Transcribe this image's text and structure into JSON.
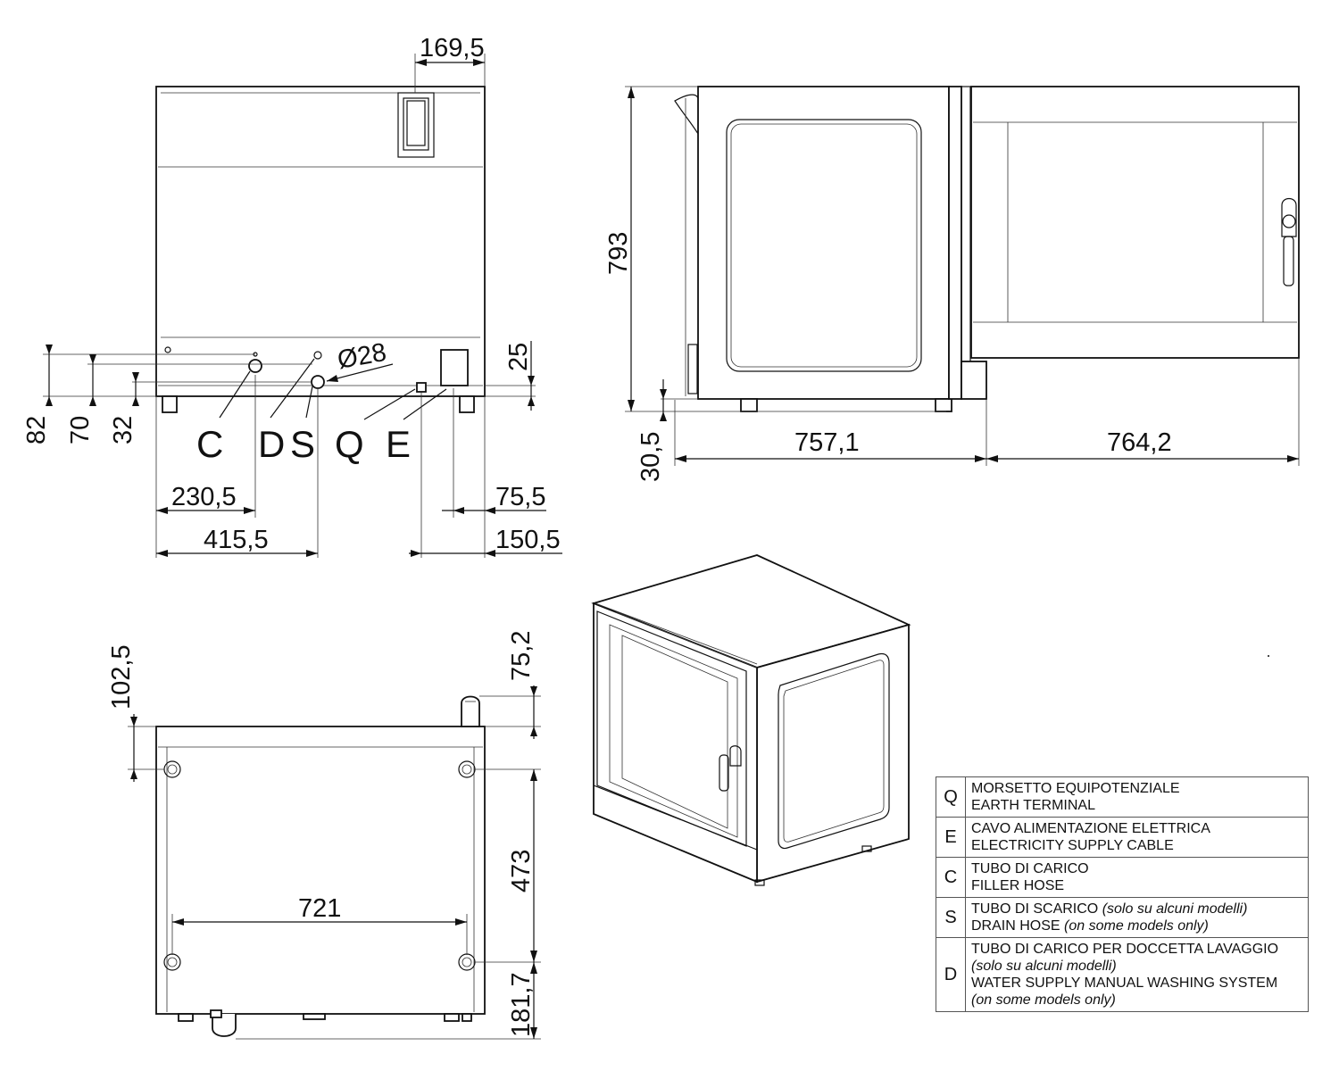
{
  "dimensions": {
    "front_top": "169,5",
    "front_h82": "82",
    "front_h70": "70",
    "front_h32": "32",
    "front_h25": "25",
    "front_diameter": "Ø28",
    "front_w230": "230,5",
    "front_w415": "415,5",
    "front_w75": "75,5",
    "front_w150": "150,5",
    "side_height": "793",
    "side_foot": "30,5",
    "side_depth": "757,1",
    "side_door": "764,2",
    "top_102": "102,5",
    "top_75": "75,2",
    "top_473": "473",
    "top_721": "721",
    "top_181": "181,7"
  },
  "connection_letters": {
    "c": "C",
    "d": "D",
    "s": "S",
    "q": "Q",
    "e": "E"
  },
  "legend": [
    {
      "key": "Q",
      "lines": [
        {
          "text": "MORSETTO EQUIPOTENZIALE",
          "italic": false
        },
        {
          "text": "EARTH TERMINAL",
          "italic": false
        }
      ]
    },
    {
      "key": "E",
      "lines": [
        {
          "text": "CAVO ALIMENTAZIONE ELETTRICA",
          "italic": false
        },
        {
          "text": "ELECTRICITY SUPPLY CABLE",
          "italic": false
        }
      ]
    },
    {
      "key": "C",
      "lines": [
        {
          "text": "TUBO DI CARICO",
          "italic": false
        },
        {
          "text": "FILLER HOSE",
          "italic": false
        }
      ]
    },
    {
      "key": "S",
      "lines": [
        {
          "text": "TUBO DI SCARICO",
          "italic": false,
          "suffix": "(solo su alcuni modelli)"
        },
        {
          "text": "DRAIN HOSE",
          "italic": false,
          "suffix": "(on some models only)"
        }
      ]
    },
    {
      "key": "D",
      "lines": [
        {
          "text": "TUBO DI CARICO PER DOCCETTA LAVAGGIO",
          "italic": false
        },
        {
          "text": "(solo su alcuni modelli)",
          "italic": true
        },
        {
          "text": "WATER SUPPLY MANUAL WASHING SYSTEM",
          "italic": false
        },
        {
          "text": "(on some models only)",
          "italic": true
        }
      ]
    }
  ]
}
